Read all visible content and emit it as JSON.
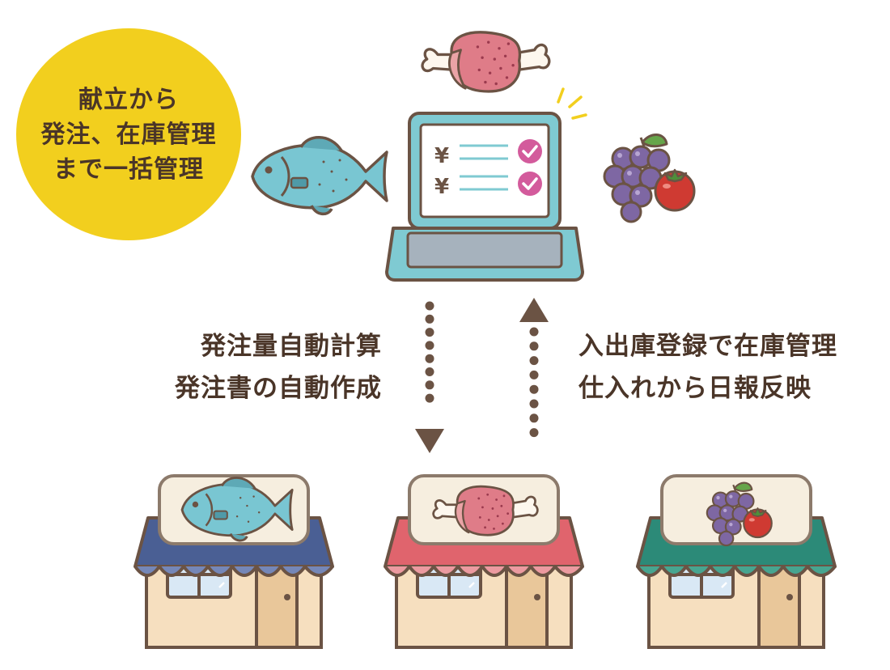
{
  "badge": {
    "lines": [
      "献立から",
      "発注、在庫管理",
      "まで一括管理"
    ],
    "color": "#f2cf1e"
  },
  "laptop": {
    "rows": [
      {
        "symbol": "¥",
        "checked": true
      },
      {
        "symbol": "¥",
        "checked": true
      }
    ],
    "body_color": "#7fcad2",
    "screen_color": "#ffffff",
    "check_color": "#d35b9c"
  },
  "flows": {
    "to_stores": {
      "direction": "down",
      "lines": [
        "発注量自動計算",
        "発注書の自動作成"
      ]
    },
    "to_laptop": {
      "direction": "up",
      "lines": [
        "入出庫登録で在庫管理",
        "仕入れから日報反映"
      ]
    }
  },
  "stores": [
    {
      "id": "fish-store",
      "product": "fish-icon",
      "awning_color": "#4a5f94"
    },
    {
      "id": "meat-store",
      "product": "meat-icon",
      "awning_color": "#e0646d"
    },
    {
      "id": "produce-store",
      "product": "produce-icon",
      "awning_color": "#2c8a78"
    }
  ],
  "colors": {
    "outline": "#6b5344",
    "wall": "#f6dfbf",
    "fish": "#79c6d2",
    "meat": "#df7c88",
    "grape": "#7e67a3",
    "tomato": "#cf3a32"
  }
}
